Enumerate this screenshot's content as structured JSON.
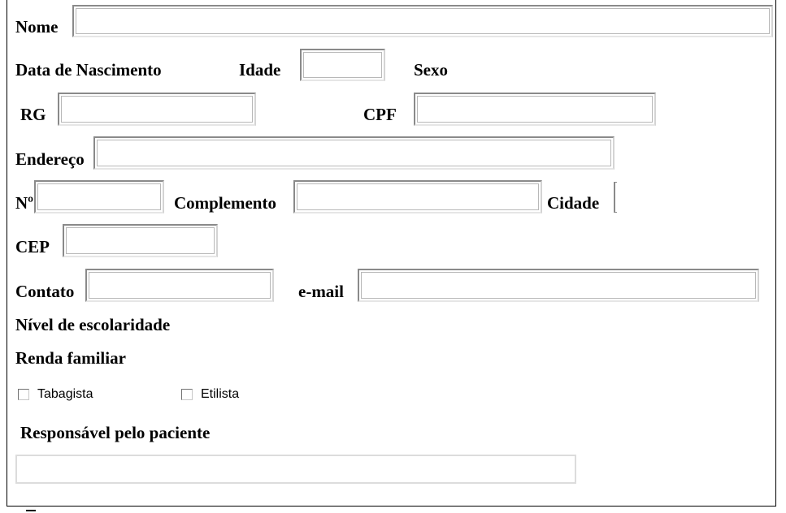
{
  "form": {
    "nome_label": "Nome",
    "nome_value": "",
    "data_nascimento_label": "Data de Nascimento",
    "idade_label": "Idade",
    "idade_value": "",
    "sexo_label": "Sexo",
    "rg_label": "RG",
    "rg_value": "",
    "cpf_label": "CPF",
    "cpf_value": "",
    "endereco_label": "Endereço",
    "endereco_value": "",
    "numero_label": "Nº",
    "numero_value": "",
    "complemento_label": "Complemento",
    "complemento_value": "",
    "cidade_label": "Cidade",
    "cep_label": "CEP",
    "cep_value": "",
    "contato_label": "Contato",
    "contato_value": "",
    "email_label": "e-mail",
    "email_value": "",
    "escolaridade_label": "Nível de escolaridade",
    "renda_label": "Renda familiar",
    "tabagista_label": "Tabagista",
    "tabagista_checked": false,
    "etilista_label": "Etilista",
    "etilista_checked": false,
    "responsavel_label": "Responsável pelo paciente",
    "responsavel_value": ""
  }
}
